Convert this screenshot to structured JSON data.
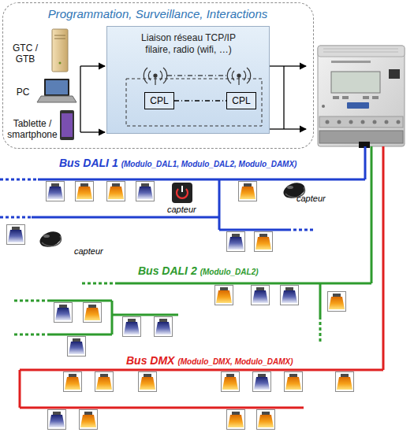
{
  "diagram": {
    "nodes": [
      {
        "text": [
          "Programmation, Surveillance, Interactions"
        ]
      },
      {
        "text": [
          "GTC / GTB"
        ],
        "in": 0
      },
      {
        "text": [
          "PC"
        ],
        "in": 0
      },
      {
        "text": [
          "Tablette / smartphone"
        ],
        "in": 0
      },
      {
        "text": [
          "Liaison réseau TCP/IP filaire, radio (wifi, …)"
        ],
        "in": 0
      },
      {
        "text": [
          "CPL"
        ],
        "in": 4
      },
      {
        "text": [
          "CPL"
        ],
        "in": 4
      }
    ],
    "edges": [
      {
        "from": 5,
        "to": 6,
        "arrow": "none"
      }
    ],
    "labels": [
      "Bus DALI 1",
      "(Modulo_DAL1, Modulo_DAL2, Modulo_DAMX)",
      "capteur",
      "capteur",
      "capteur",
      "Bus DALI 2",
      "(Modulo_DAL2)",
      "Bus DMX",
      "(Modulo_DMX, Modulo_DAMX)"
    ]
  }
}
